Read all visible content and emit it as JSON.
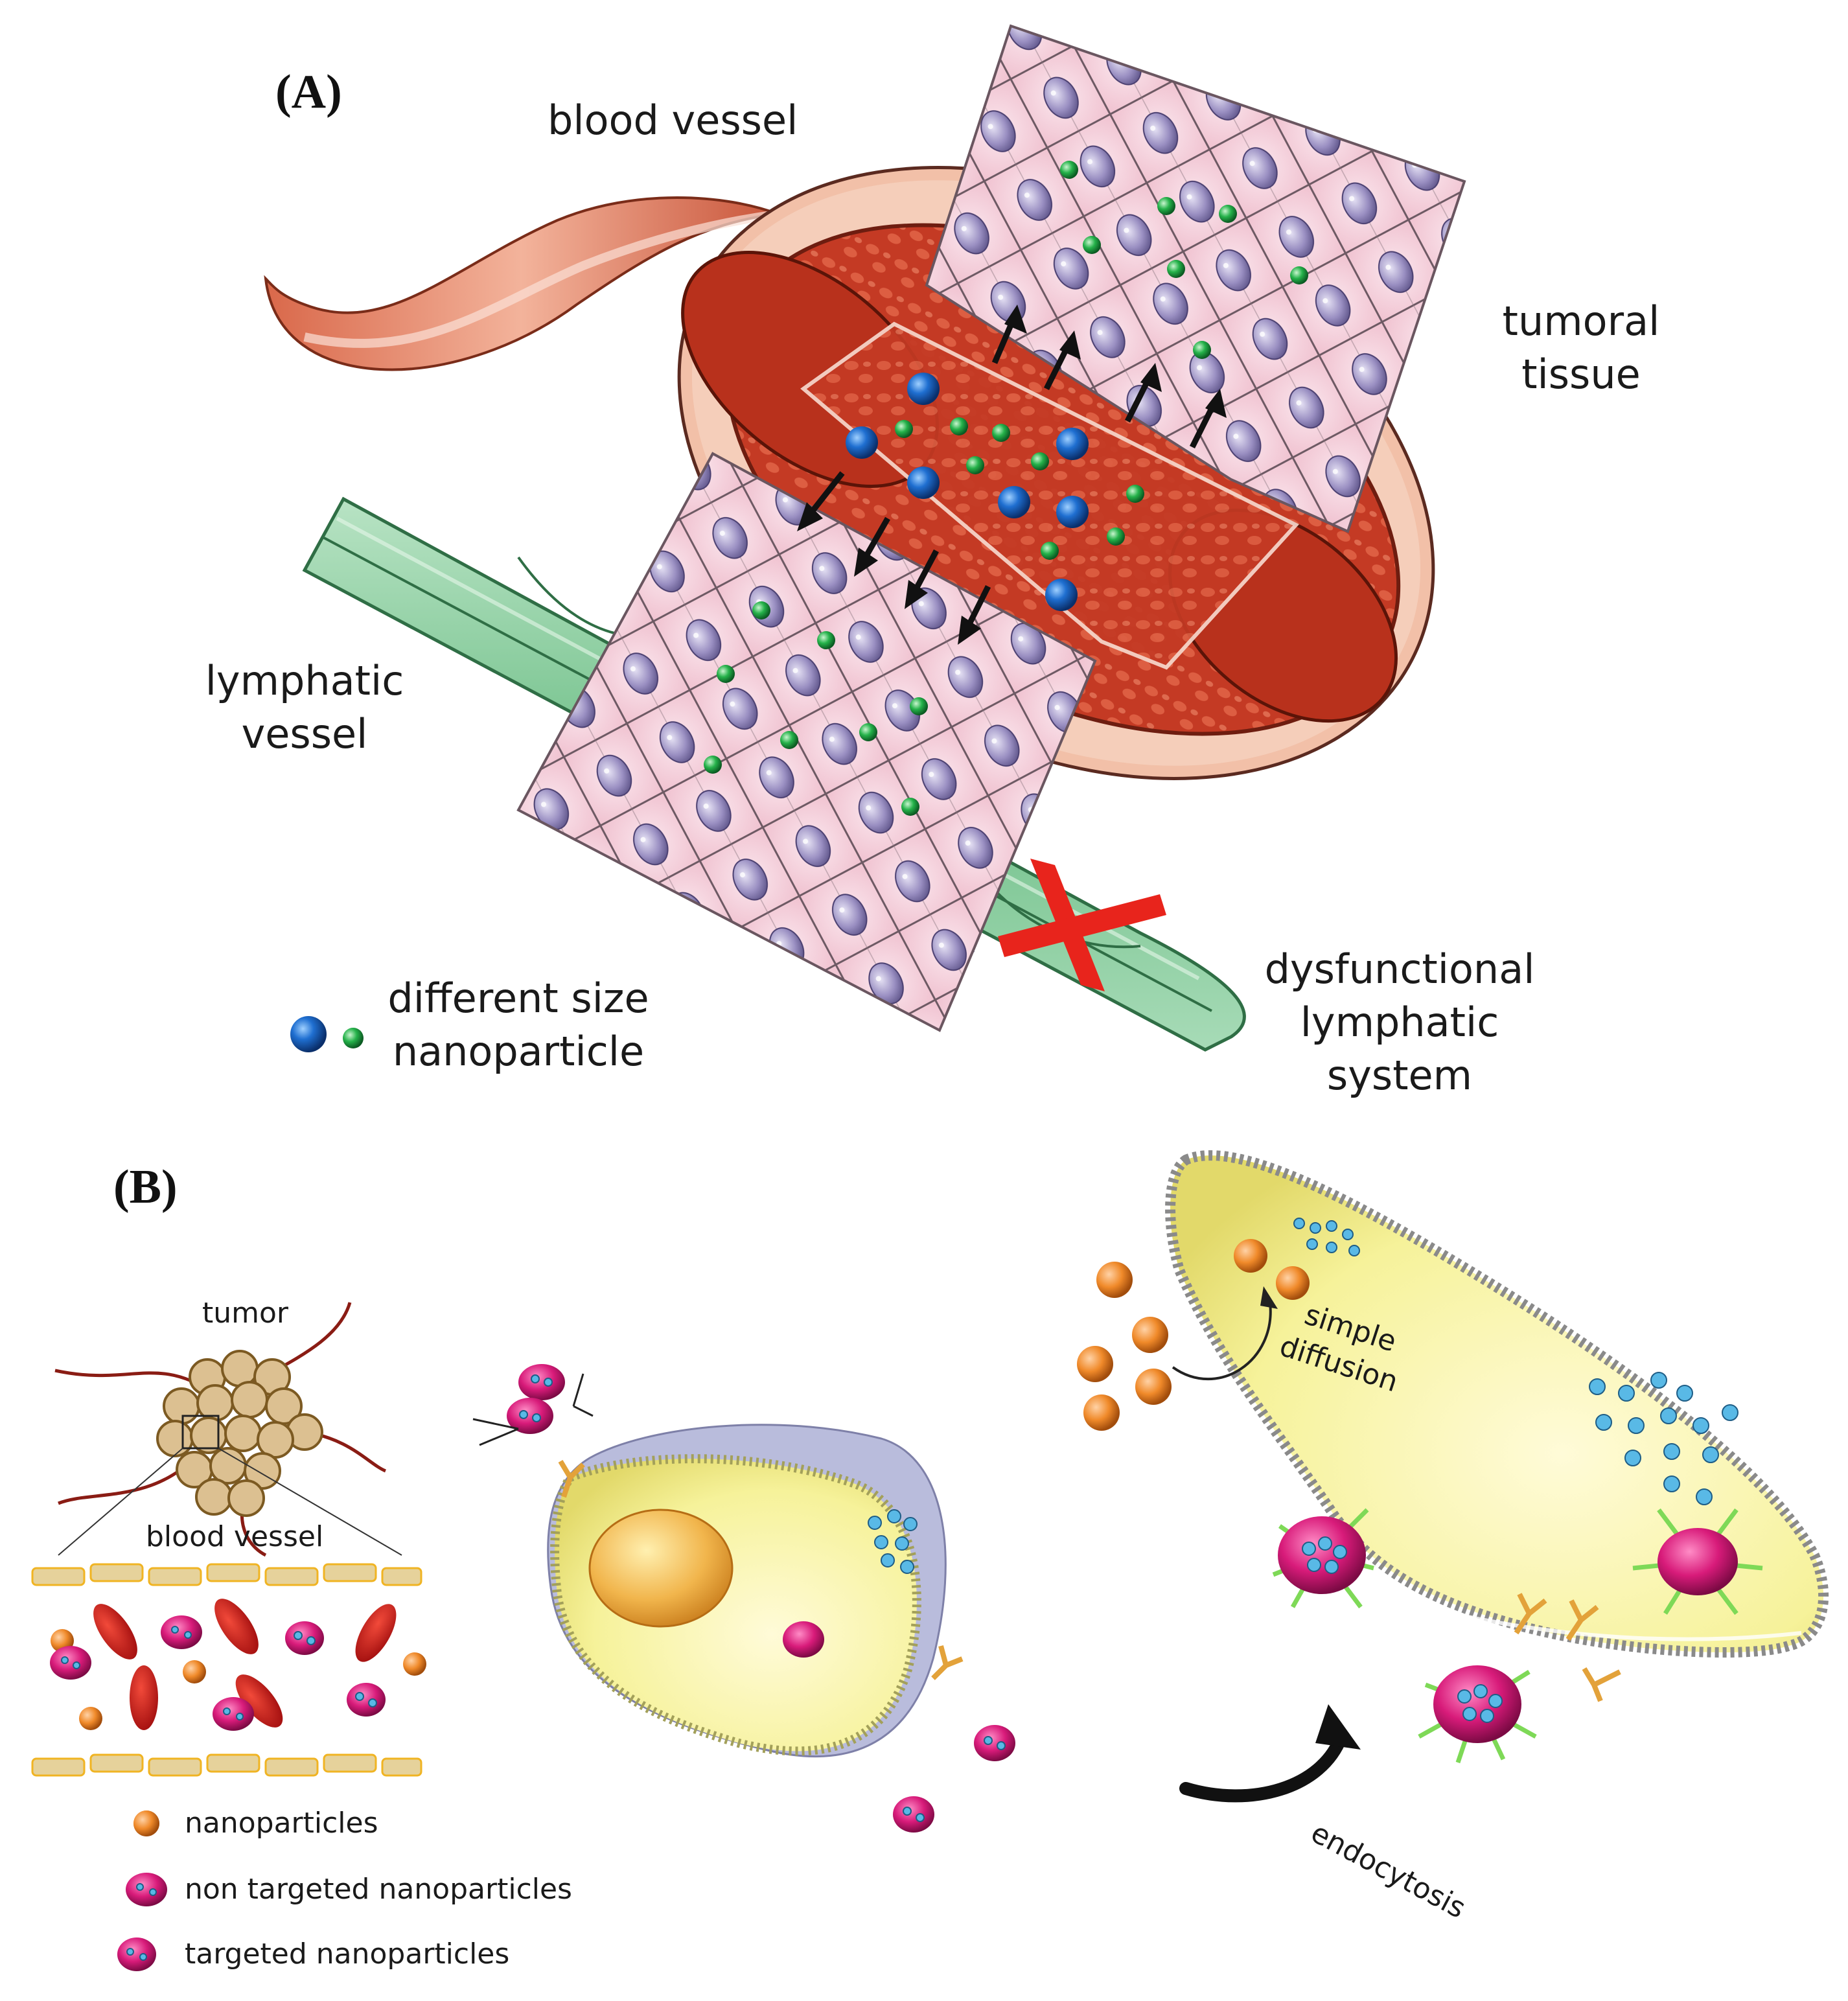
{
  "panel_a": {
    "label": "(A)",
    "blood_vessel": "blood vessel",
    "tumoral_tissue": [
      "tumoral",
      "tissue"
    ],
    "lymphatic_vessel": [
      "lymphatic",
      "vessel"
    ],
    "legend_nanoparticle": [
      "different size",
      "nanoparticle"
    ],
    "dysfunctional": [
      "dysfunctional",
      "lymphatic",
      "system"
    ]
  },
  "panel_b": {
    "label": "(B)",
    "tumor": "tumor",
    "blood_vessel": "blood vessel",
    "simple_diffusion": [
      "simple",
      "diffusion"
    ],
    "endocytosis": "endocytosis",
    "legend": {
      "nanoparticles": "nanoparticles",
      "non_targeted": "non targeted nanoparticles",
      "targeted": "targeted nanoparticles"
    }
  },
  "colors": {
    "blue_particle": "#1f6fd1",
    "green_particle": "#25b24a",
    "orange_particle": "#f08a2a",
    "magenta_particle": "#d81b7a",
    "ligand_green": "#7ed957",
    "cell_yellow": "#f6f29a",
    "tissue_pink": "#f4cfd9",
    "vessel_red": "#c0341d",
    "lymph_green": "#8fcfa3",
    "red_cross": "#e8241c"
  },
  "icons": [
    "up-arrow-icon",
    "down-arrow-icon",
    "cross-icon",
    "curved-arrow-icon"
  ]
}
